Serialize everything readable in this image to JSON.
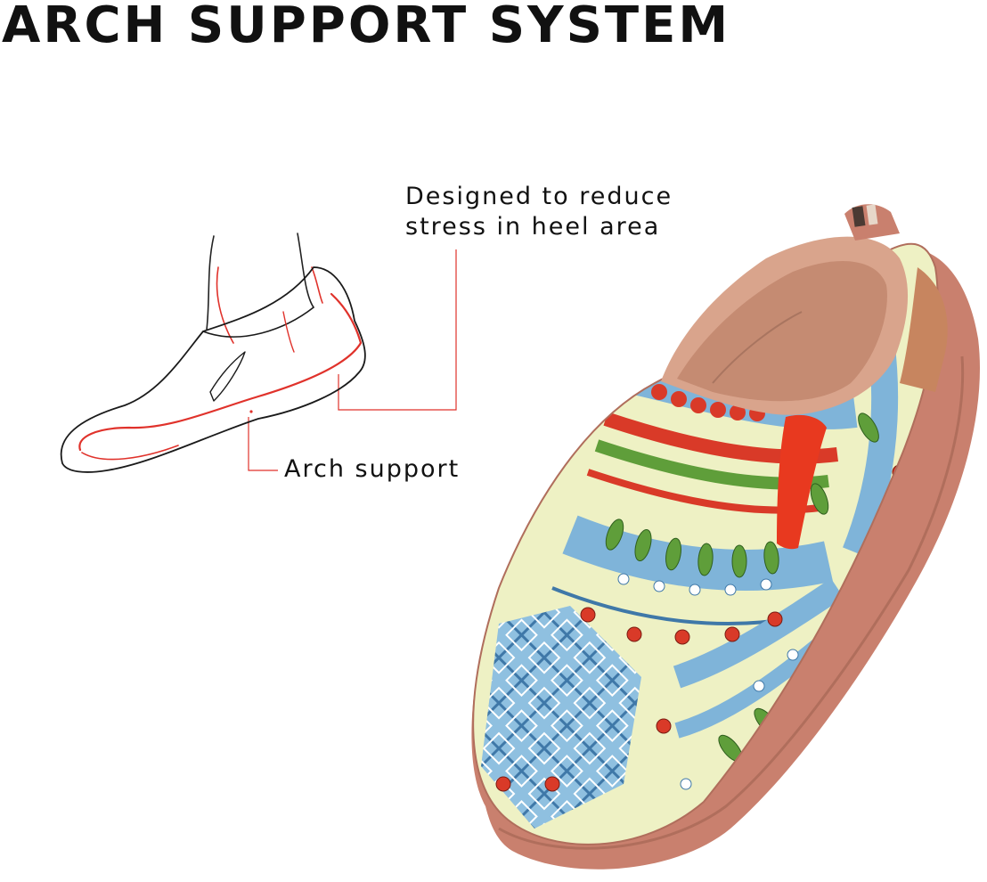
{
  "title": "ARCH SUPPORT SYSTEM",
  "callouts": {
    "heel": {
      "line1": "Designed to reduce",
      "line2": "stress in heel area"
    },
    "arch": "Arch support"
  },
  "colors": {
    "accent_line": "#e0322b",
    "sole": "#c9806e",
    "lining": "#d9a48c",
    "pattern_blue": "#7fb4d9",
    "pattern_cream": "#eef1c4",
    "pattern_red": "#d93a28",
    "pattern_green": "#5f9e3a",
    "elastic_red": "#e8391f"
  },
  "icons": [
    "shoe-sketch",
    "painted-slip-on-shoe"
  ]
}
